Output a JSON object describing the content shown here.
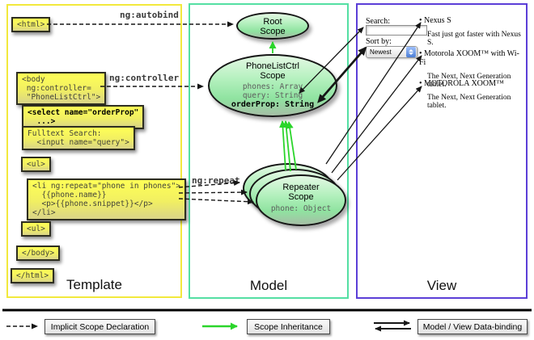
{
  "columns": {
    "template": {
      "label": "Template"
    },
    "model": {
      "label": "Model"
    },
    "view": {
      "label": "View"
    }
  },
  "template_code": {
    "html_open": "<html>",
    "body_open": "<body\n ng:controller=\n \"PhoneListCtrl\">",
    "select": "<select name=\"orderProp\"\n  ...>",
    "fulltext": "Fulltext Search:\n  <input name=\"query\">",
    "ul_open": "<ul>",
    "li_repeat": "<li ng:repeat=\"phone in phones\">\n  {{phone.name}}\n  <p>{{phone.snippet}}</p>\n</li>",
    "ul_close": "<ul>",
    "body_close": "</body>",
    "html_close": "</html>"
  },
  "annotations": {
    "autobind": "ng:autobind",
    "controller": "ng:controller",
    "repeat": "ng:repeat"
  },
  "scopes": {
    "root": {
      "title": "Root\nScope"
    },
    "phone_list": {
      "title": "PhoneListCtrl\nScope",
      "prop_phones": "phones: Array",
      "prop_query": "query: String",
      "prop_order": "orderProp: String"
    },
    "repeater": {
      "title": "Repeater\nScope",
      "prop_phone": "phone: Object"
    }
  },
  "view": {
    "search_label": "Search:",
    "sort_label": "Sort by:",
    "sort_value": "Newest",
    "items": [
      {
        "name": "Nexus S",
        "desc": "Fast just got faster with Nexus S."
      },
      {
        "name": "Motorola XOOM™ with Wi-Fi",
        "desc": "The Next, Next Generation tablet."
      },
      {
        "name": "MOTOROLA XOOM™",
        "desc": "The Next, Next Generation tablet."
      }
    ]
  },
  "legend": [
    {
      "label": "Implicit Scope Declaration"
    },
    {
      "label": "Scope Inheritance"
    },
    {
      "label": "Model / View Data-binding"
    }
  ],
  "colors": {
    "template_border": "#f2e93c",
    "model_border": "#54dfa3",
    "view_border": "#5b3ed7",
    "scope_fill_top": "#e4f9e4",
    "scope_fill_bottom": "#a6bea6",
    "code_box_fill": "#f5f04a",
    "inheritance_green": "#2bd52b",
    "arrow_black": "#161616"
  }
}
